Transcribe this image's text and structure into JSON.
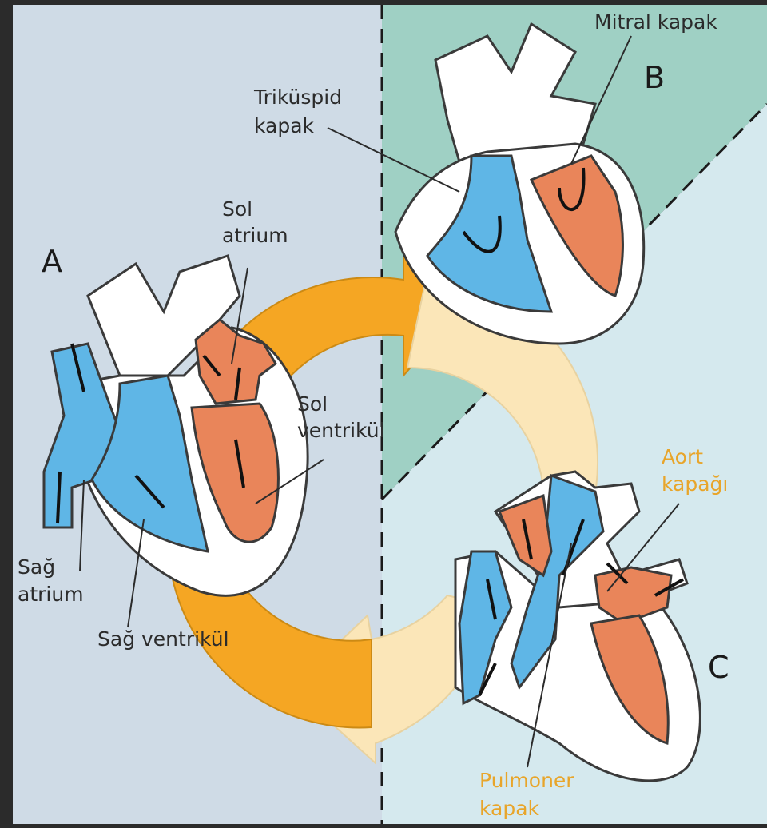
{
  "panels": {
    "a": "A",
    "b": "B",
    "c": "C"
  },
  "labels": {
    "sol_atrium_1": "Sol",
    "sol_atrium_2": "atrium",
    "sol_ventrikul_1": "Sol",
    "sol_ventrikul_2": "ventrikül",
    "sag_atrium_1": "Sağ",
    "sag_atrium_2": "atrium",
    "sag_ventrikul": "Sağ ventrikül",
    "trikuspid_1": "Triküspid",
    "trikuspid_2": "kapak",
    "mitral": "Mitral kapak",
    "aort_1": "Aort",
    "aort_2": "kapağı",
    "pulmoner_1": "Pulmoner",
    "pulmoner_2": "kapak"
  },
  "colors": {
    "bg_left": "#cfdbe6",
    "bg_teal": "#9fd0c4",
    "bg_lightblue": "#d5e9ee",
    "arrow_orange": "#f5a623",
    "arrow_cream": "#fbe6b8",
    "blood_blue": "#5fb6e6",
    "blood_red": "#e9855a",
    "wall_white": "#ffffff",
    "outline": "#3a3a3a",
    "label_orange": "#e8a52a"
  }
}
